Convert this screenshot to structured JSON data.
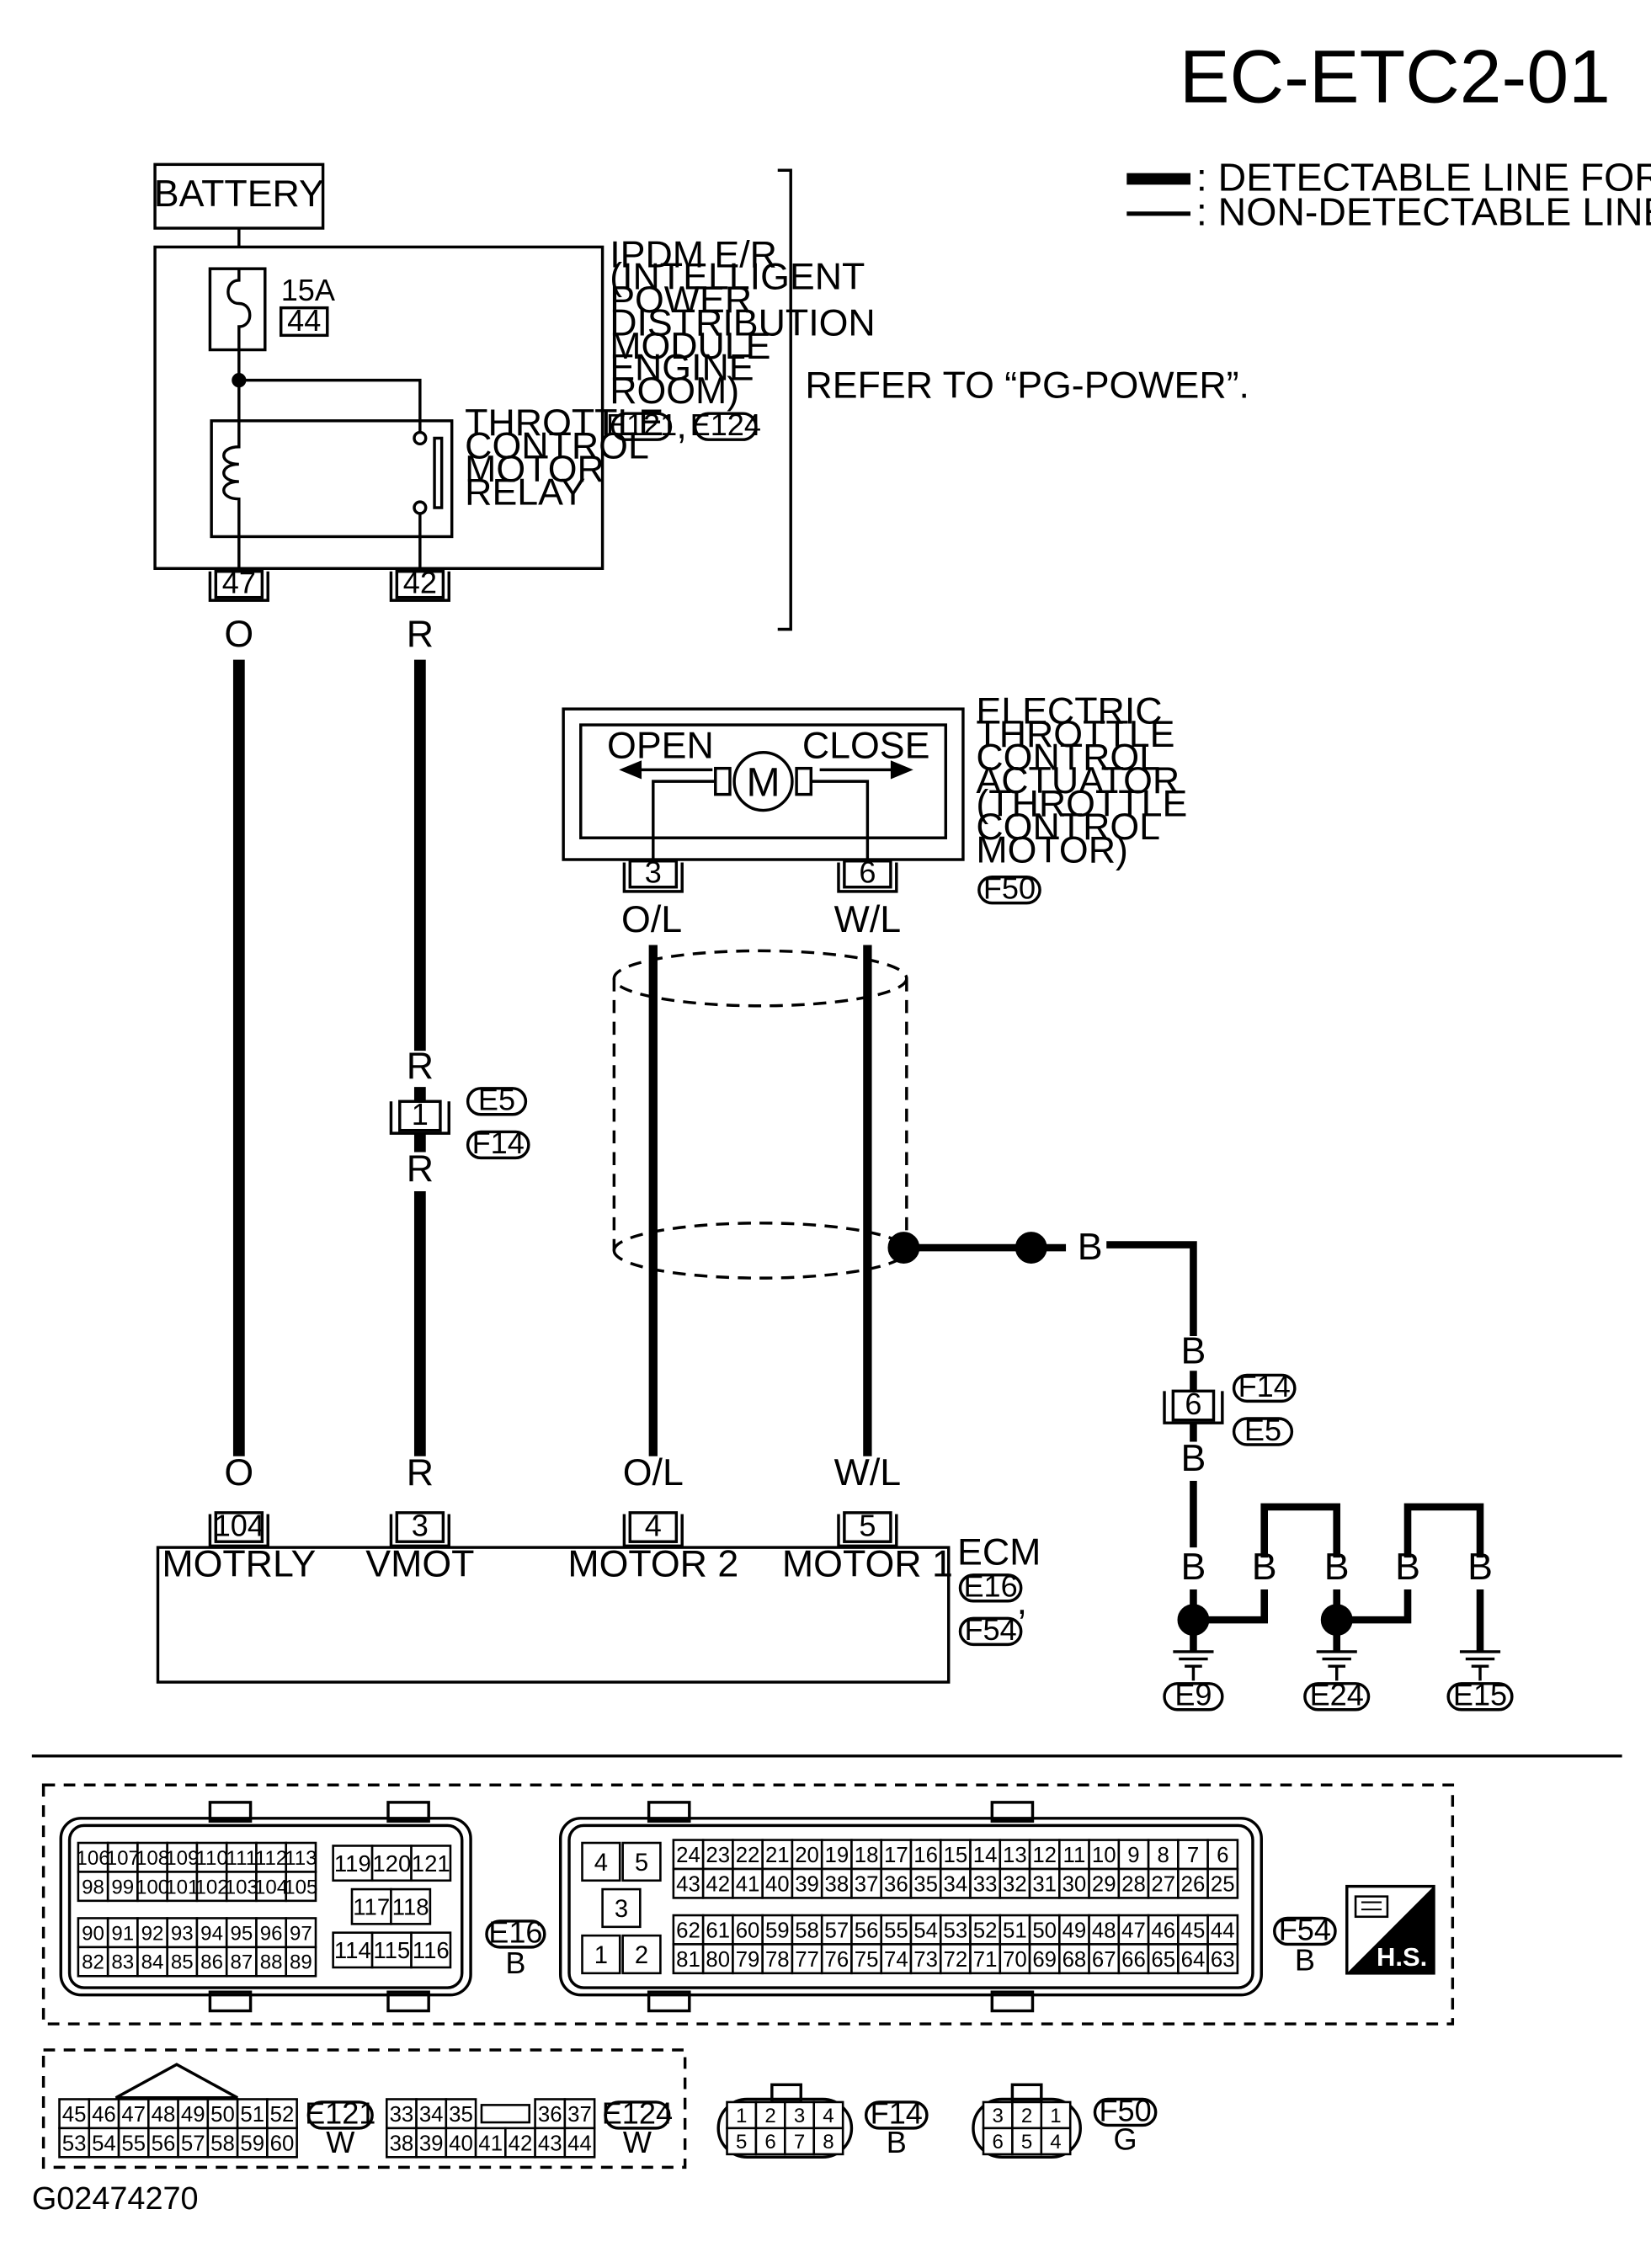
{
  "page_code": "EC-ETC2-01",
  "figure_id": "G02474270",
  "legend": {
    "detectable": ": DETECTABLE LINE FOR DTC",
    "non_detectable": ": NON-DETECTABLE LINE FOR DTC"
  },
  "battery": "BATTERY",
  "fuse": {
    "rating": "15A",
    "number": "44"
  },
  "ipdm": {
    "lines": [
      "IPDM E/R",
      "(INTELLIGENT",
      "POWER",
      "DISTRIBUTION",
      "MODULE",
      "ENGINE",
      "ROOM)"
    ],
    "connectors": [
      "E121",
      "E124"
    ],
    "separator": ","
  },
  "refer": "REFER TO “PG-POWER”.",
  "relay": {
    "lines": [
      "THROTTLE",
      "CONTROL",
      "MOTOR",
      "RELAY"
    ]
  },
  "ipdm_pins": [
    "47",
    "42"
  ],
  "wire_colors": {
    "o": "O",
    "r": "R",
    "ol": "O/L",
    "wl": "W/L",
    "b": "B"
  },
  "actuator": {
    "lines": [
      "ELECTRIC",
      "THROTTLE",
      "CONTROL",
      "ACTUATOR",
      "(THROTTLE",
      "CONTROL",
      "MOTOR)"
    ],
    "open": "OPEN",
    "close": "CLOSE",
    "motor": "M",
    "pins": [
      "3",
      "6"
    ],
    "connector": "F50"
  },
  "joint_r": {
    "pin": "1",
    "connectors": [
      "E5",
      "F14"
    ]
  },
  "joint_b": {
    "pin": "6",
    "connectors": [
      "F14",
      "E5"
    ]
  },
  "ecm": {
    "name": "ECM",
    "connectors": [
      "E16",
      "F54"
    ],
    "separator": ",",
    "pins": [
      "104",
      "3",
      "4",
      "5"
    ],
    "terminals": [
      "MOTRLY",
      "VMOT",
      "MOTOR 2",
      "MOTOR 1"
    ]
  },
  "grounds": [
    "E9",
    "E24",
    "E15"
  ],
  "connector_views": {
    "e16": {
      "id": "E16",
      "color": "B",
      "left_rows": [
        [
          "106",
          "107",
          "108",
          "109",
          "110",
          "111",
          "112",
          "113"
        ],
        [
          "98",
          "99",
          "100",
          "101",
          "102",
          "103",
          "104",
          "105"
        ],
        [
          "90",
          "91",
          "92",
          "93",
          "94",
          "95",
          "96",
          "97"
        ],
        [
          "82",
          "83",
          "84",
          "85",
          "86",
          "87",
          "88",
          "89"
        ]
      ],
      "mid": [
        "119",
        "120",
        "121",
        "117",
        "118",
        "114",
        "115",
        "116"
      ]
    },
    "f54": {
      "id": "F54",
      "color": "B",
      "left": [
        "4",
        "5",
        "3",
        "1",
        "2"
      ],
      "rows": [
        [
          "24",
          "23",
          "22",
          "21",
          "20",
          "19",
          "18",
          "17",
          "16",
          "15",
          "14",
          "13",
          "12",
          "11",
          "10",
          "9",
          "8",
          "7",
          "6"
        ],
        [
          "43",
          "42",
          "41",
          "40",
          "39",
          "38",
          "37",
          "36",
          "35",
          "34",
          "33",
          "32",
          "31",
          "30",
          "29",
          "28",
          "27",
          "26",
          "25"
        ],
        [
          "62",
          "61",
          "60",
          "59",
          "58",
          "57",
          "56",
          "55",
          "54",
          "53",
          "52",
          "51",
          "50",
          "49",
          "48",
          "47",
          "46",
          "45",
          "44"
        ],
        [
          "81",
          "80",
          "79",
          "78",
          "77",
          "76",
          "75",
          "74",
          "73",
          "72",
          "71",
          "70",
          "69",
          "68",
          "67",
          "66",
          "65",
          "64",
          "63"
        ]
      ]
    },
    "e121": {
      "id": "E121",
      "color": "W",
      "rows": [
        [
          "45",
          "46",
          "47",
          "48",
          "49",
          "50",
          "51",
          "52"
        ],
        [
          "53",
          "54",
          "55",
          "56",
          "57",
          "58",
          "59",
          "60"
        ]
      ]
    },
    "e124": {
      "id": "E124",
      "color": "W",
      "rows": [
        [
          "33",
          "34",
          "35",
          "36",
          "37"
        ],
        [
          "38",
          "39",
          "40",
          "41",
          "42",
          "43",
          "44"
        ]
      ]
    },
    "f14": {
      "id": "F14",
      "color": "B",
      "rows": [
        [
          "1",
          "2",
          "3",
          "4"
        ],
        [
          "5",
          "6",
          "7",
          "8"
        ]
      ]
    },
    "f50": {
      "id": "F50",
      "color": "G",
      "rows": [
        [
          "3",
          "2",
          "1"
        ],
        [
          "6",
          "5",
          "4"
        ]
      ]
    }
  },
  "hs_badge": "H.S."
}
